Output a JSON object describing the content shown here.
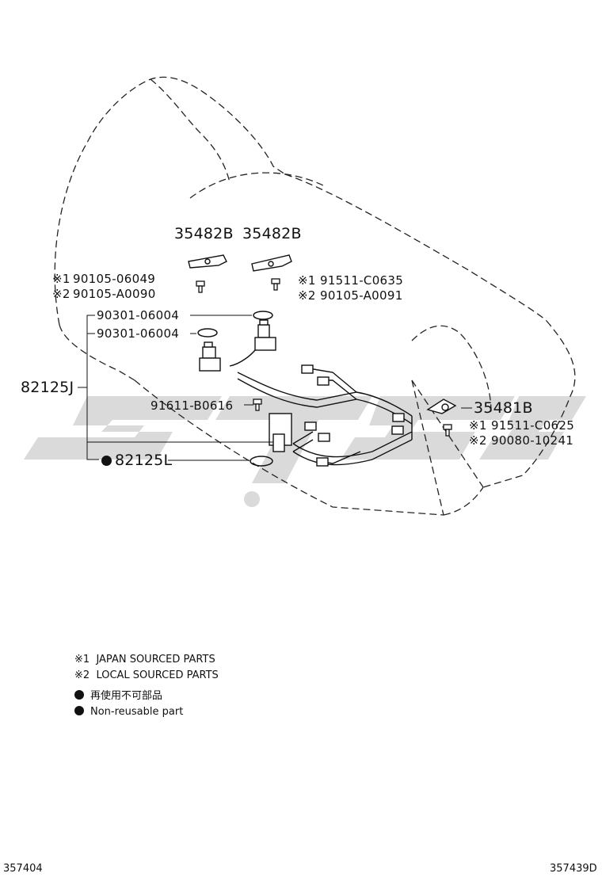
{
  "labels": {
    "p35482b_left": "35482B",
    "p35482b_right": "35482B",
    "p35481b": "35481B",
    "p82125j": "82125J",
    "p82125l": "82125L",
    "p90105_06049": "90105-06049",
    "p90105_a0090": "90105-A0090",
    "p91511_c0635": "91511-C0635",
    "p90105_a0091": "90105-A0091",
    "p90301_06004_a": "90301-06004",
    "p90301_06004_b": "90301-06004",
    "p91611_b0616": "91611-B0616",
    "p91511_c0625": "91511-C0625",
    "p90080_10241": "90080-10241"
  },
  "marks": {
    "note1": "※1",
    "note2": "※2"
  },
  "legend": {
    "japan": "JAPAN SOURCED PARTS",
    "local": "LOCAL SOURCED PARTS",
    "non_reusable_jp": "再使用不可部品",
    "non_reusable_en": "Non-reusable part"
  },
  "footer": {
    "left_code": "357404",
    "right_code": "357439D"
  },
  "colors": {
    "line": "#1a1a1a",
    "watermark": "#d9d9d9"
  }
}
